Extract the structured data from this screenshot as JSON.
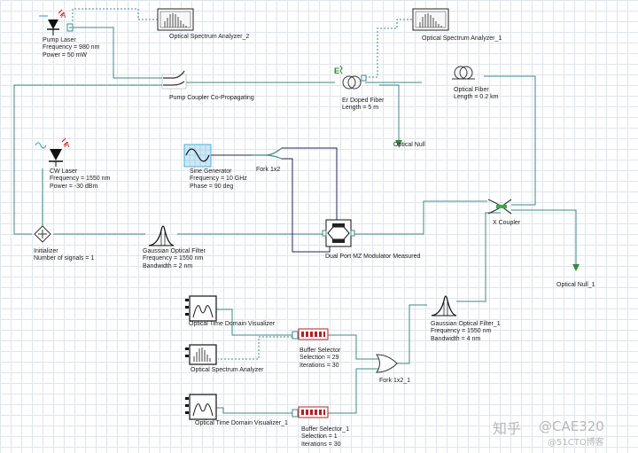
{
  "colors": {
    "optical_wire": "#3d8a8a",
    "electrical_wire": "#23235e",
    "monitor_wire": "#3d8a8a",
    "component_accent": "#2a9ad4",
    "laser_red": "#d42020",
    "ground_green": "#3a8a3a"
  },
  "components": {
    "pump_laser": {
      "name": "Pump Laser",
      "frequency": "Frequency = 980  nm",
      "power": "Power = 50  mW"
    },
    "osa_2": {
      "name": "Optical Spectrum Analyzer_2"
    },
    "osa_1": {
      "name": "Optical Spectrum Analyzer_1"
    },
    "pump_coupler": {
      "name": "Pump Coupler Co-Propagating"
    },
    "er_fiber": {
      "name": "Er Doped Fiber",
      "length": "Length = 5  m"
    },
    "optical_fiber": {
      "name": "Optical Fiber",
      "length": "Length = 0.2  km"
    },
    "optical_null": {
      "name": "Optical Null"
    },
    "cw_laser": {
      "name": "CW Laser",
      "frequency": "Frequency = 1550  nm",
      "power": "Power = -30  dBm"
    },
    "sine_gen": {
      "name": "Sine Generator",
      "frequency": "Frequency = 10  GHz",
      "phase": "Phase = 90  deg"
    },
    "fork_1x2": {
      "name": "Fork 1x2"
    },
    "initializer": {
      "name": "Initializer",
      "signals": "Number of signals = 1"
    },
    "gauss_filter": {
      "name": "Gaussian Optical Filter",
      "frequency": "Frequency = 1550  nm",
      "bandwidth": "Bandwidth = 2  nm"
    },
    "mz_modulator": {
      "name": "Dual Port MZ Modulator Measured"
    },
    "x_coupler": {
      "name": "X Coupler"
    },
    "optical_null_1": {
      "name": "Optical Null_1"
    },
    "gauss_filter_1": {
      "name": "Gaussian Optical Filter_1",
      "frequency": "Frequency = 1550  nm",
      "bandwidth": "Bandwidth = 4  nm"
    },
    "otdv": {
      "name": "Optical Time Domain Visualizer"
    },
    "osa": {
      "name": "Optical Spectrum Analyzer"
    },
    "buffer_sel": {
      "name": "Buffer Selector",
      "selection": "Selection = 29",
      "iterations": "Iterations = 30"
    },
    "fork_1x2_1": {
      "name": "Fork 1x2_1"
    },
    "otdv_1": {
      "name": "Optical Time Domain Visualizer_1"
    },
    "buffer_sel_1": {
      "name": "Buffer Selector_1",
      "selection": "Selection = 1",
      "iterations": "Iterations = 30"
    }
  },
  "watermark": {
    "brand": "知乎",
    "handle": "@CAE320",
    "blog": "@51CTO博客"
  }
}
